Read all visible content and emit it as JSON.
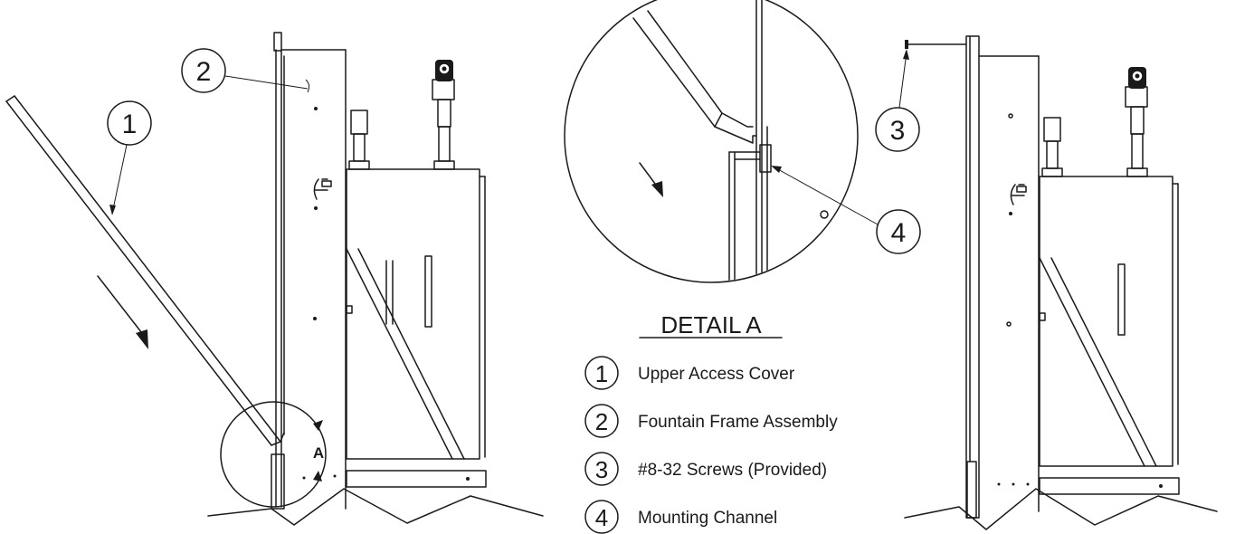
{
  "detail": {
    "title": "DETAIL  A",
    "section_letter": "A"
  },
  "callouts": [
    {
      "number": "1",
      "label": "Upper Access Cover"
    },
    {
      "number": "2",
      "label": "Fountain Frame Assembly"
    },
    {
      "number": "3",
      "label": "#8-32 Screws (Provided)"
    },
    {
      "number": "4",
      "label": "Mounting Channel"
    }
  ]
}
